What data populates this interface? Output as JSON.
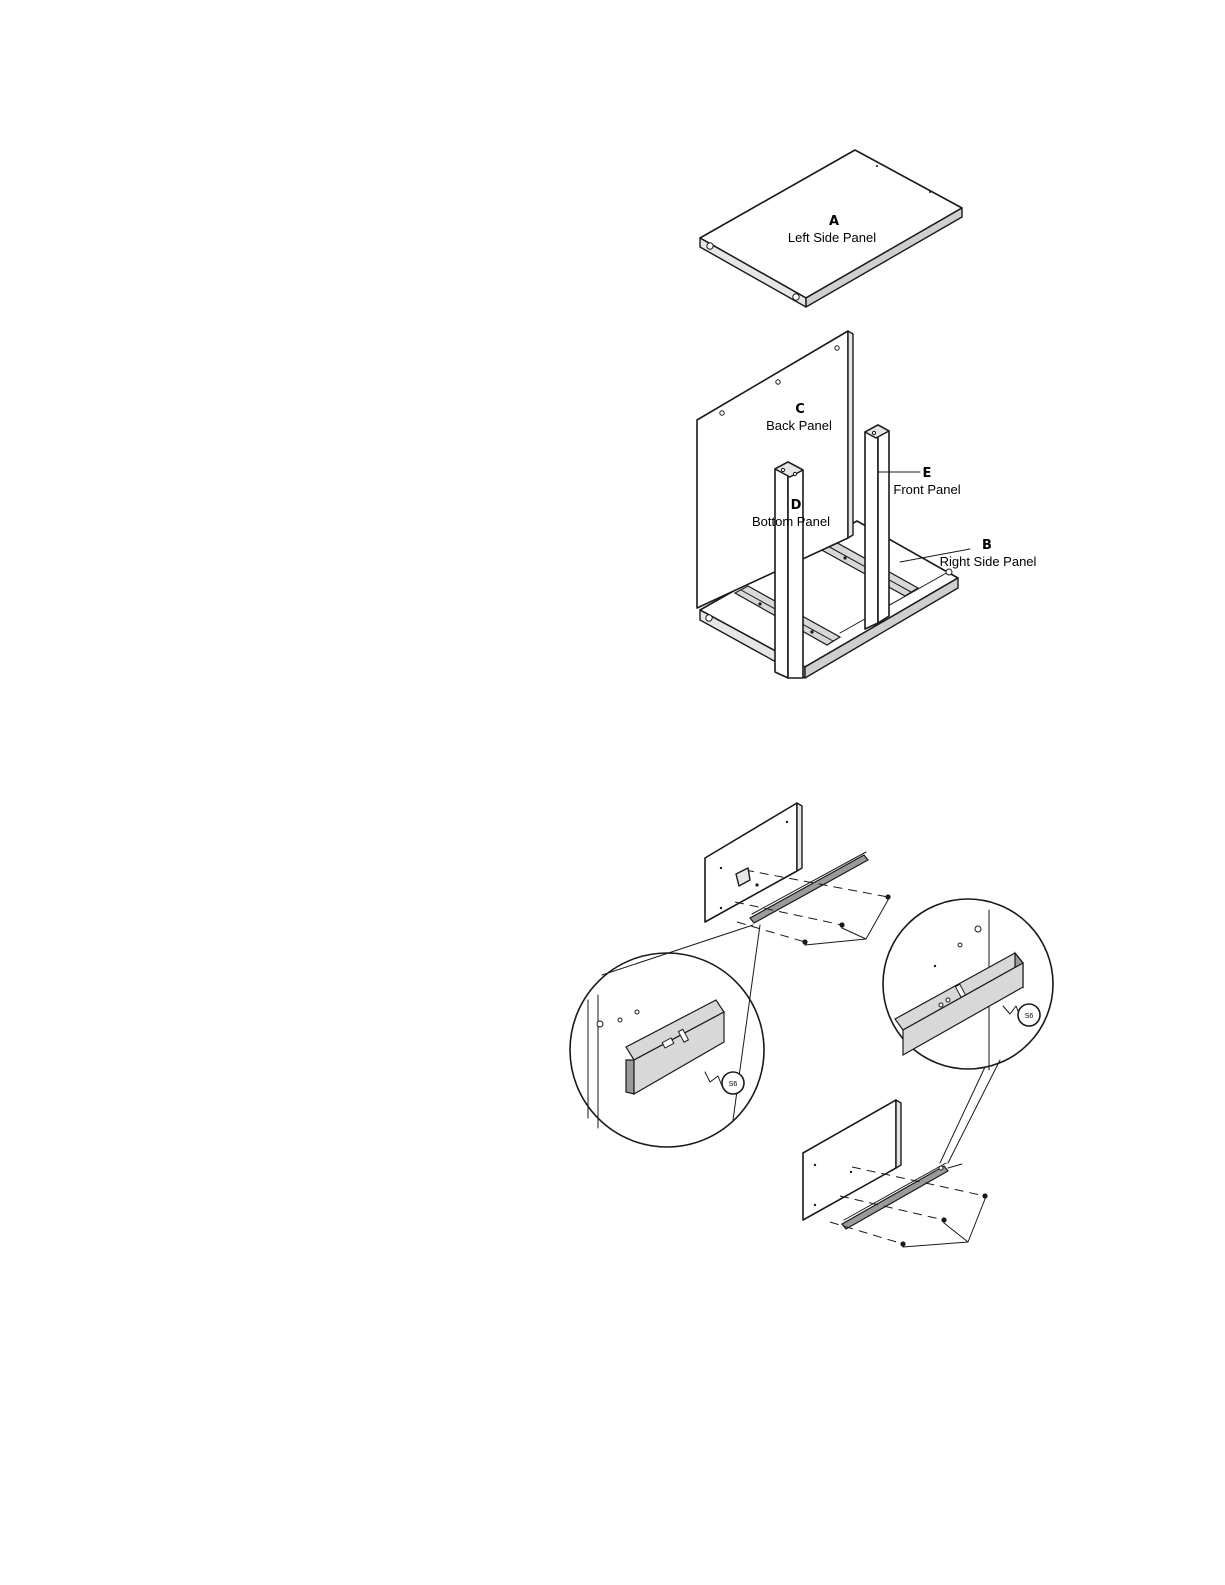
{
  "parts": {
    "a": {
      "letter": "A",
      "name": "Left Side Panel"
    },
    "b": {
      "letter": "B",
      "name": "Right Side Panel"
    },
    "c": {
      "letter": "C",
      "name": "Back Panel"
    },
    "d": {
      "letter": "D",
      "name": "Bottom Panel"
    },
    "e": {
      "letter": "E",
      "name": "Front Panel"
    }
  }
}
